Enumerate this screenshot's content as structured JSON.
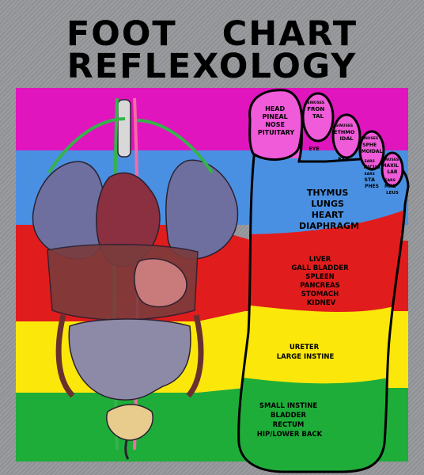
{
  "title": {
    "line1": "FOOT CHART",
    "line2": "REFLEXOLOGY"
  },
  "colors": {
    "magenta": "#e015bd",
    "blue": "#4a90e2",
    "red": "#e11c1c",
    "yellow": "#fbe80a",
    "green": "#1fad3a",
    "toe_fill": "#f05bd9"
  },
  "toes": {
    "big": [
      "HEAD",
      "PINEAL",
      "NOSE",
      "PITUITARY"
    ],
    "t2": [
      "SINUSES",
      "FRON",
      "TAL"
    ],
    "t3": [
      "SINUSES",
      "ETHMO",
      "IDAL"
    ],
    "t4": [
      "SINUSES",
      "SPHE",
      "MOIDAL"
    ],
    "t5": [
      "SINUSES",
      "MAXIL",
      "LAR"
    ],
    "ears1": [
      "EARS",
      "INCUS"
    ],
    "ears2": [
      "EARS",
      "STA",
      "PHES"
    ],
    "ears3": [
      "EARS",
      "MAL",
      "LEUS"
    ],
    "eye1": "EYE",
    "eye2": "EYE"
  },
  "zones": {
    "chest": [
      "THYMUS",
      "LUNGS",
      "HEART",
      "DIAPHRAGM"
    ],
    "abdomen": [
      "LIVER",
      "GALL BLADDER",
      "SPLEEN",
      "PANCREAS",
      "STOMACH",
      "KIDNEV"
    ],
    "lower_abdomen": [
      "URETER",
      "LARGE INSTINE"
    ],
    "pelvis": [
      "SMALL INSTINE",
      "BLADDER",
      "RECTUM",
      "HIP/LOWER BACK"
    ]
  }
}
